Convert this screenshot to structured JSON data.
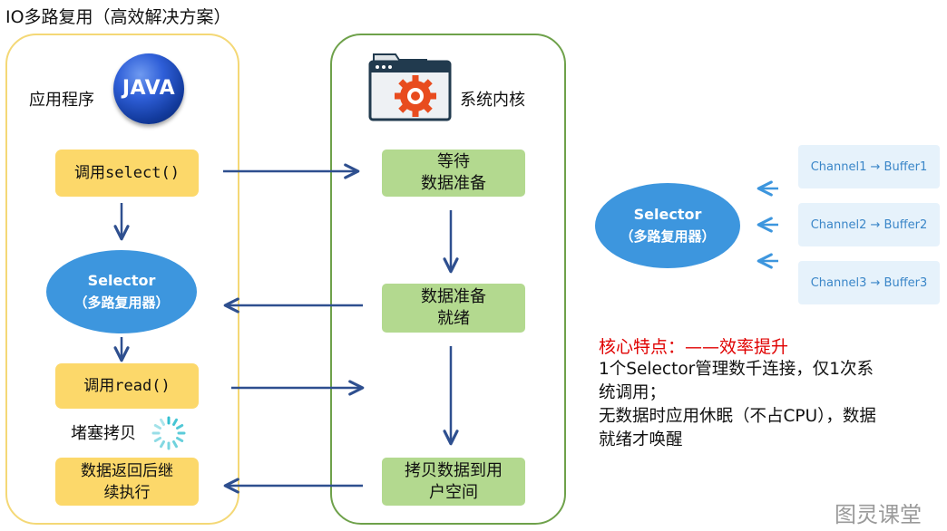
{
  "title": "IO多路复用（高效解决方案）",
  "app_panel": {
    "label": "应用程序",
    "logo_text": "JAVA",
    "select_call": "调用select()",
    "selector": {
      "line1": "Selector",
      "line2": "（多路复用器）"
    },
    "read_call": "调用read()",
    "blocking_copy": "堵塞拷贝",
    "return_line1": "数据返回后继",
    "return_line2": "续执行"
  },
  "kernel_panel": {
    "label": "系统内核",
    "wait_line1": "等待",
    "wait_line2": "数据准备",
    "ready_line1": "数据准备",
    "ready_line2": "就绪",
    "copy_line1": "拷贝数据到用",
    "copy_line2": "户空间"
  },
  "selector_side": {
    "line1": "Selector",
    "line2": "（多路复用器）",
    "channels": [
      "Channel1 → Buffer1",
      "Channel2 → Buffer2",
      "Channel3 → Buffer3"
    ]
  },
  "features": {
    "title": "核心特点：——效率提升",
    "lines": [
      "1个Selector管理数千连接，仅1次系",
      "统调用；",
      "无数据时应用休眠（不占CPU），数据",
      "就绪才唤醒"
    ]
  },
  "watermark": "图灵课堂",
  "colors": {
    "yellow_box": "#fcd86a",
    "green_box": "#b3d98f",
    "selector_blue": "#3d96de",
    "arrow": "#2e4f8f",
    "app_border": "#f4d876",
    "kernel_border": "#6ea14a",
    "feature_title": "#e00000"
  }
}
